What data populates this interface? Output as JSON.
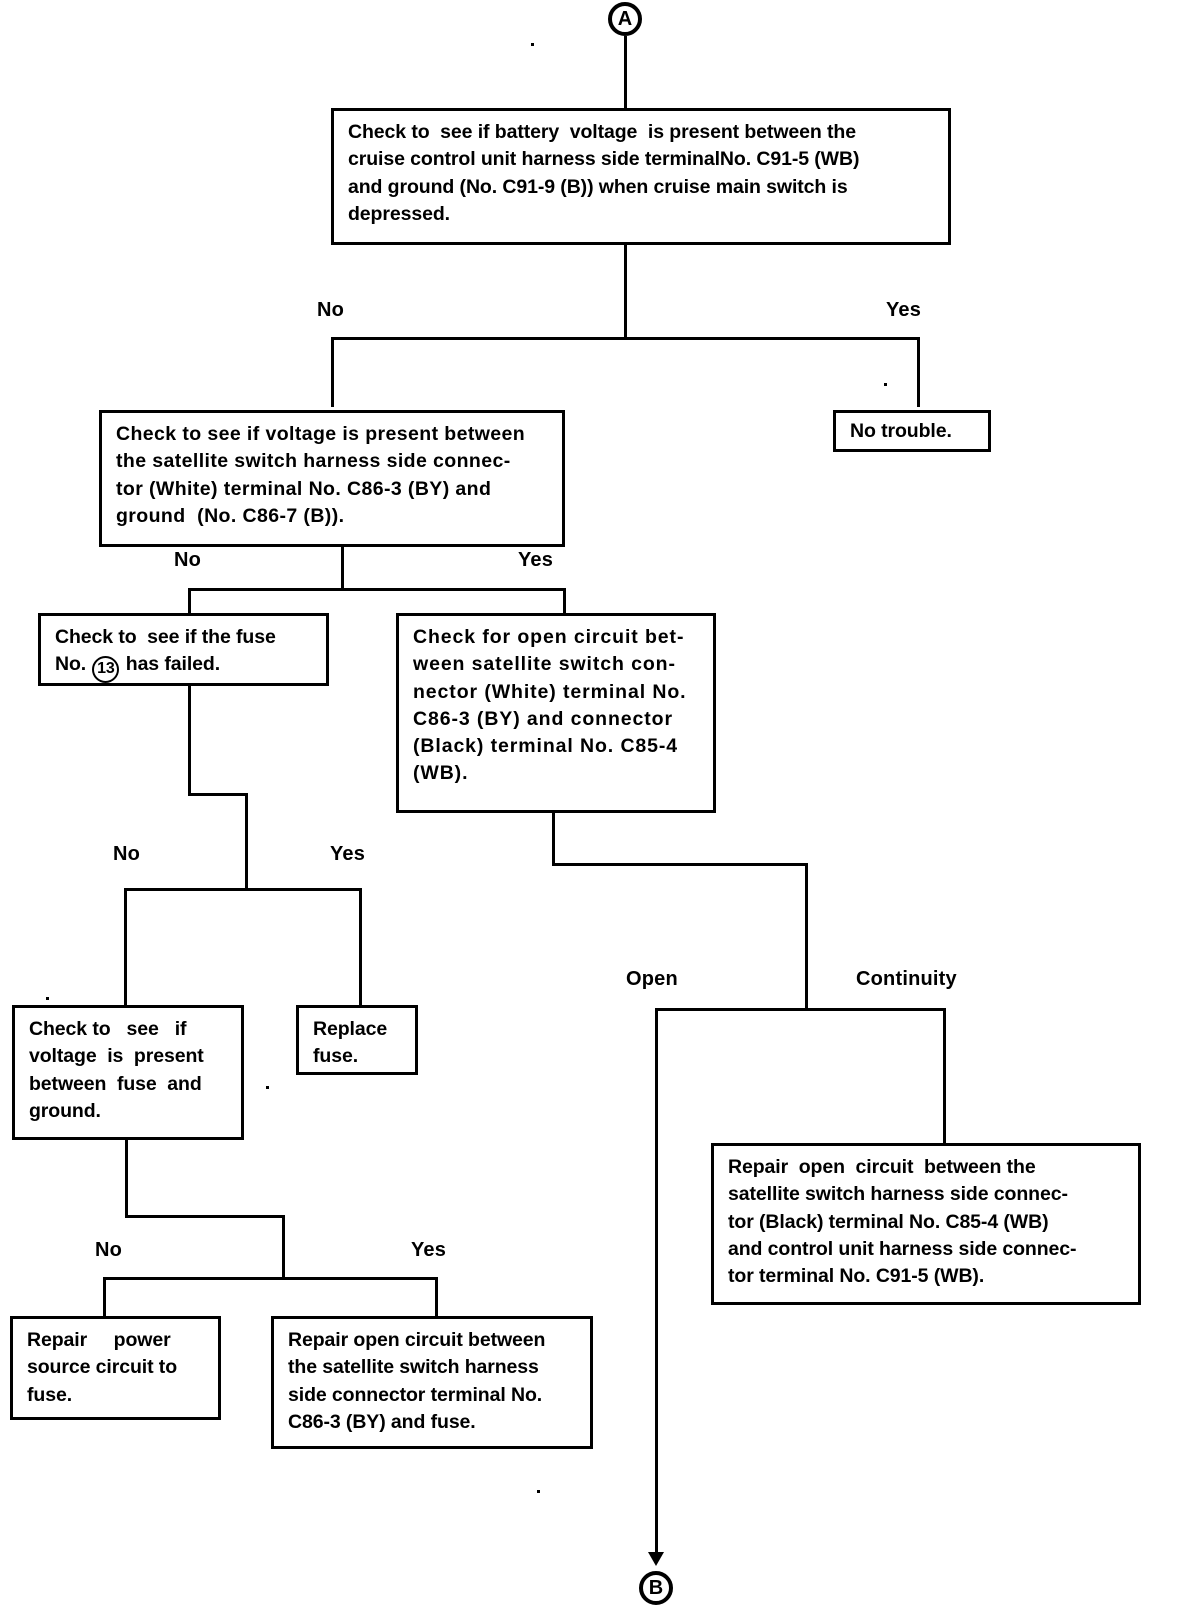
{
  "title": "Cruise control power supply diagnostic flow chart",
  "connectors": {
    "top": "A",
    "bottom": "B"
  },
  "branch_labels": {
    "no": "No",
    "yes": "Yes",
    "open": "Open",
    "continuity": "Continuity"
  },
  "nodes": {
    "check_battery_voltage": {
      "id": "check-battery-voltage",
      "lines": [
        "Check to  see if battery  voltage  is present between the",
        "cruise control unit harness side terminalNo. C91-5 (WB)",
        "and ground (No. C91-9 (B)) when cruise main switch is",
        "depressed."
      ]
    },
    "no_trouble": {
      "id": "no-trouble",
      "lines": [
        "No trouble."
      ]
    },
    "check_satellite_voltage": {
      "id": "check-satellite-switch-voltage",
      "lines": [
        "Check to see if voltage is present between",
        "the satellite switch harness side connec-",
        "tor (White) terminal No. C86-3 (BY) and",
        "ground  (No. C86-7 (B))."
      ]
    },
    "check_fuse": {
      "id": "check-fuse-13",
      "lines_pre": "Check to  see if the fuse",
      "line2_pre": "No. ",
      "fuse_number": "13",
      "line2_post": " has failed."
    },
    "check_open_circuit": {
      "id": "check-open-circuit-satellite",
      "lines": [
        "Check for open circuit bet-",
        "ween satellite switch con-",
        "nector (White) terminal No.",
        "C86-3 (BY) and connector",
        "(Black) terminal No. C85-4",
        "(WB)."
      ]
    },
    "check_fuse_voltage": {
      "id": "check-voltage-fuse-ground",
      "lines": [
        "Check to   see   if",
        "voltage  is  present",
        "between  fuse  and",
        "ground."
      ]
    },
    "replace_fuse": {
      "id": "replace-fuse",
      "lines": [
        "Replace",
        "fuse."
      ]
    },
    "repair_power_source": {
      "id": "repair-power-source-circuit",
      "lines": [
        "Repair     power",
        "source circuit to",
        "fuse."
      ]
    },
    "repair_open_satellite": {
      "id": "repair-open-circuit-satellite-fuse",
      "lines": [
        "Repair open circuit between",
        "the satellite switch harness",
        "side connector terminal No.",
        "C86-3 (BY) and fuse."
      ]
    },
    "repair_open_control": {
      "id": "repair-open-circuit-control-unit",
      "lines": [
        "Repair  open  circuit  between the",
        "satellite switch harness side connec-",
        "tor (Black) terminal No. C85-4 (WB)",
        "and control unit harness side connec-",
        "tor terminal No. C91-5 (WB)."
      ]
    }
  },
  "chart_data": {
    "type": "diagram",
    "diagram_kind": "flowchart",
    "edges": [
      {
        "from": "A",
        "to": "check-battery-voltage",
        "label": ""
      },
      {
        "from": "check-battery-voltage",
        "to": "check-satellite-switch-voltage",
        "label": "No"
      },
      {
        "from": "check-battery-voltage",
        "to": "no-trouble",
        "label": "Yes"
      },
      {
        "from": "check-satellite-switch-voltage",
        "to": "check-fuse-13",
        "label": "No"
      },
      {
        "from": "check-satellite-switch-voltage",
        "to": "check-open-circuit-satellite",
        "label": "Yes"
      },
      {
        "from": "check-fuse-13",
        "to": "check-voltage-fuse-ground",
        "label": "No"
      },
      {
        "from": "check-fuse-13",
        "to": "replace-fuse",
        "label": "Yes"
      },
      {
        "from": "check-voltage-fuse-ground",
        "to": "repair-power-source-circuit",
        "label": "No"
      },
      {
        "from": "check-voltage-fuse-ground",
        "to": "repair-open-circuit-satellite-fuse",
        "label": "Yes"
      },
      {
        "from": "check-open-circuit-satellite",
        "to": "B",
        "label": "Open"
      },
      {
        "from": "check-open-circuit-satellite",
        "to": "repair-open-circuit-control-unit",
        "label": "Continuity"
      }
    ]
  }
}
